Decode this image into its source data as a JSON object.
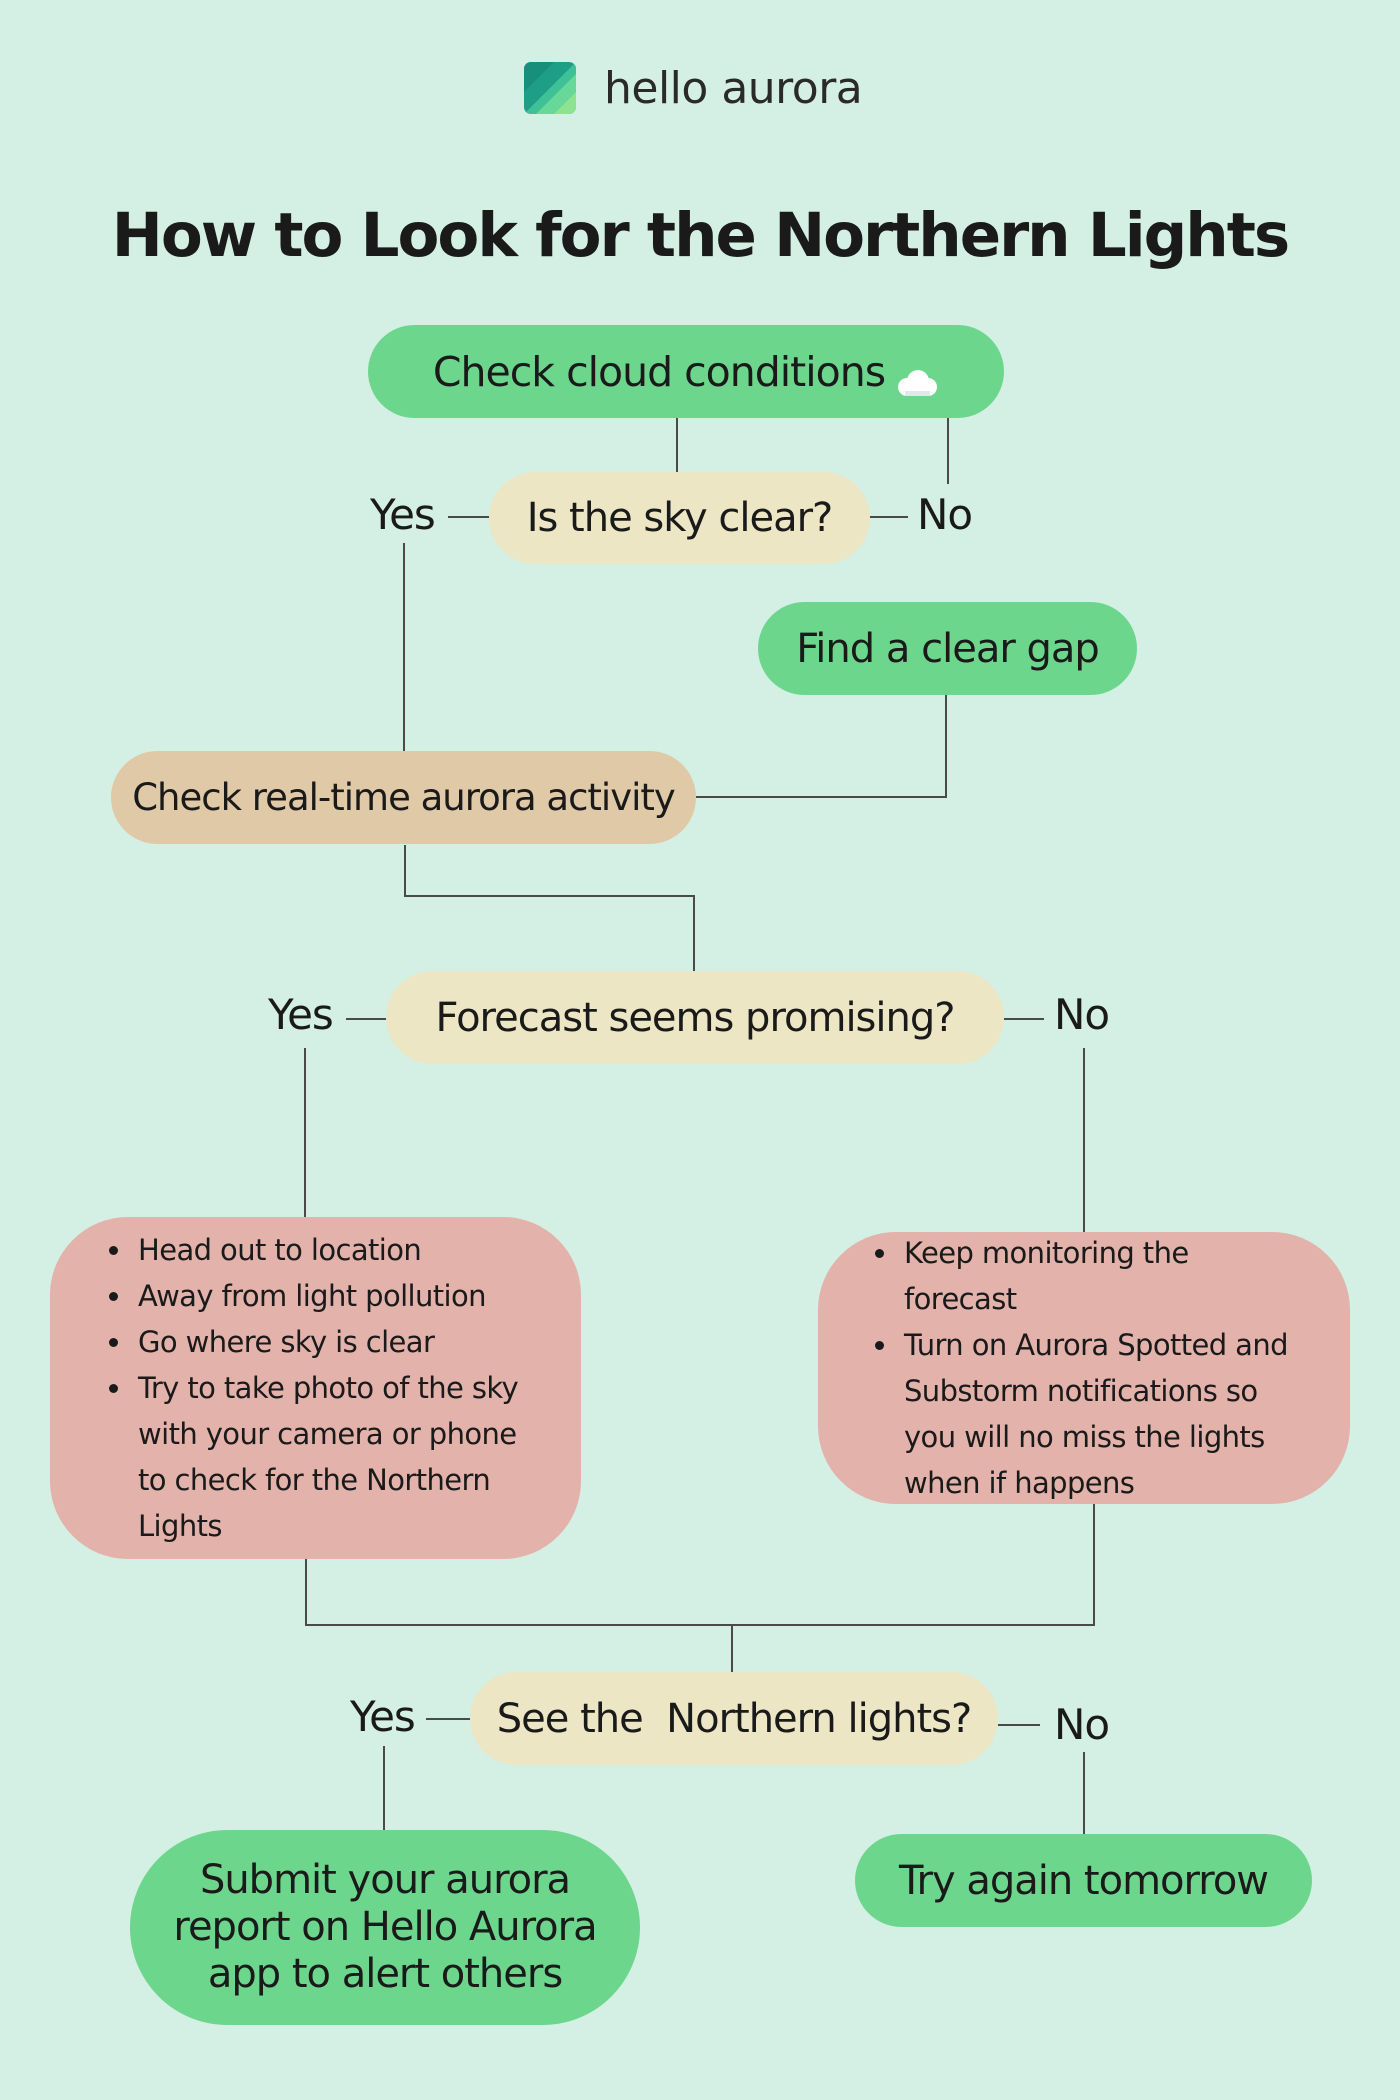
{
  "brand": {
    "name": "hello aurora"
  },
  "title": "How to Look for the Northern Lights",
  "nodes": {
    "check_cloud": "Check cloud conditions",
    "sky_clear": "Is the sky clear?",
    "find_gap": "Find a clear gap",
    "check_activity": "Check real-time aurora activity",
    "forecast": "Forecast seems promising?",
    "see_lights": "See the  Northern lights?",
    "submit_report": "Submit your aurora report on Hello Aurora app to alert others",
    "try_again": "Try again tomorrow"
  },
  "yes_actions": [
    "Head out to location",
    "Away from light pollution",
    "Go where sky is clear",
    "Try to take photo of the sky with your camera or phone to check for the Northern Lights"
  ],
  "no_actions": [
    "Keep monitoring the forecast",
    "Turn on Aurora Spotted and Substorm notifications so you will no miss the lights when if happens"
  ],
  "labels": {
    "yes": "Yes",
    "no": "No"
  },
  "icons": {
    "cloud": "cloud-icon",
    "logo": "aurora-logo-icon"
  },
  "colors": {
    "background": "#d4efe3",
    "action_green": "#6dd68d",
    "decision_cream": "#ece6c4",
    "step_tan": "#e0c9a6",
    "list_pink": "#e2b2ab"
  }
}
